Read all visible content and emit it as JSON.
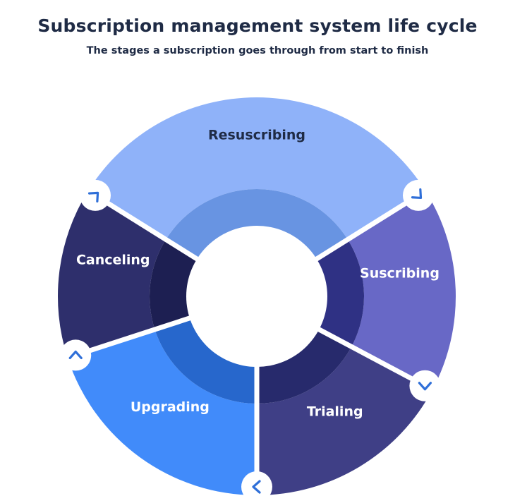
{
  "header": {
    "title": "Subscription management system life cycle",
    "subtitle": "The stages a subscription goes through from start to finish"
  },
  "stages": [
    {
      "id": "resuscribing",
      "label": "Resuscribing",
      "outer_color": "#8fb2f9",
      "inner_color": "#6894e2",
      "text_color": "#1f2b45"
    },
    {
      "id": "suscribing",
      "label": "Suscribing",
      "outer_color": "#6868c6",
      "inner_color": "#2f3184",
      "text_color": "#ffffff"
    },
    {
      "id": "trialing",
      "label": "Trialing",
      "outer_color": "#3f3f86",
      "inner_color": "#272a6c",
      "text_color": "#ffffff"
    },
    {
      "id": "upgrading",
      "label": "Upgrading",
      "outer_color": "#418bfa",
      "inner_color": "#2767cc",
      "text_color": "#ffffff"
    },
    {
      "id": "canceling",
      "label": "Canceling",
      "outer_color": "#2e2f6c",
      "inner_color": "#1d1f52",
      "text_color": "#ffffff"
    }
  ],
  "connectors": [
    {
      "id": "resuscribing-to-suscribing",
      "icon": "chevron-down-right-icon"
    },
    {
      "id": "suscribing-to-trialing",
      "icon": "chevron-down-icon"
    },
    {
      "id": "trialing-to-upgrading",
      "icon": "chevron-left-icon"
    },
    {
      "id": "upgrading-to-canceling",
      "icon": "chevron-up-icon"
    },
    {
      "id": "canceling-to-resuscribing",
      "icon": "chevron-up-right-icon"
    }
  ],
  "colors": {
    "title": "#1f2b45",
    "connector_arrow": "#2f6fd8",
    "background": "#ffffff"
  }
}
